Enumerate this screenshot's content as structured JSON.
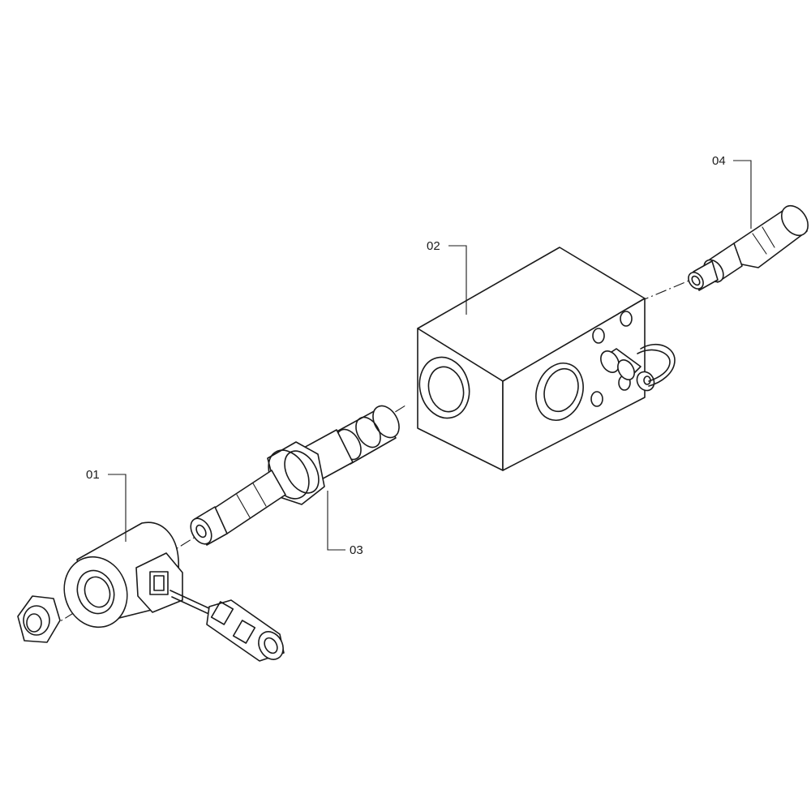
{
  "diagram": {
    "callouts": [
      {
        "id": "01",
        "part": "solenoid-coil-with-connector"
      },
      {
        "id": "02",
        "part": "valve-body-block"
      },
      {
        "id": "03",
        "part": "cartridge-valve"
      },
      {
        "id": "04",
        "part": "plug-fitting"
      }
    ]
  }
}
